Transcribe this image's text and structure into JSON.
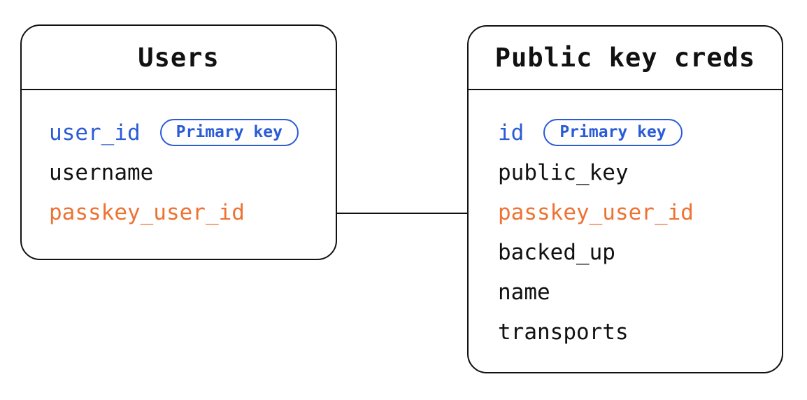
{
  "diagram": {
    "tables": [
      {
        "title": "Users",
        "fields": [
          {
            "name": "user_id",
            "role": "primary-key",
            "badge": "Primary key"
          },
          {
            "name": "username",
            "role": "regular"
          },
          {
            "name": "passkey_user_id",
            "role": "foreign-key"
          }
        ]
      },
      {
        "title": "Public key creds",
        "fields": [
          {
            "name": "id",
            "role": "primary-key",
            "badge": "Primary key"
          },
          {
            "name": "public_key",
            "role": "regular"
          },
          {
            "name": "passkey_user_id",
            "role": "foreign-key"
          },
          {
            "name": "backed_up",
            "role": "regular"
          },
          {
            "name": "name",
            "role": "regular"
          },
          {
            "name": "transports",
            "role": "regular"
          }
        ]
      }
    ],
    "relation": {
      "from_table": "Users",
      "from_field": "passkey_user_id",
      "to_table": "Public key creds",
      "to_field": "passkey_user_id"
    }
  },
  "colors": {
    "primary-blue": "#2b5bd7",
    "foreign-orange": "#ed7333",
    "line": "#111111",
    "background": "#ffffff"
  }
}
